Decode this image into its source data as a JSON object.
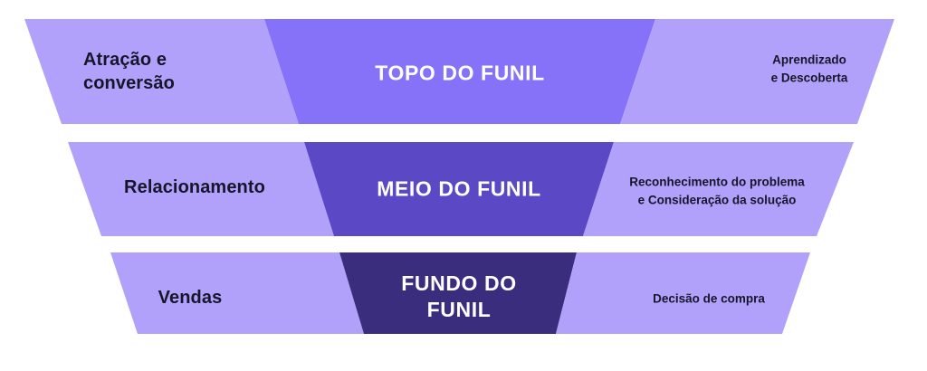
{
  "colors": {
    "bg": "#FFFFFF",
    "light-purple": "#B2A1FA",
    "top-purple": "#8572F8",
    "mid-purple": "#5A48C4",
    "bottom-purple": "#3A2D7D",
    "dark-text": "#16162B",
    "light-text": "#FFFFFF"
  },
  "funnel": {
    "rows": [
      {
        "stage": "topo",
        "left_label": "Atração e\nconversão",
        "center_label": "TOPO DO FUNIL",
        "right_label": "Aprendizado\ne Descoberta"
      },
      {
        "stage": "meio",
        "left_label": "Relacionamento",
        "center_label": "MEIO DO FUNIL",
        "right_label": "Reconhecimento do problema\ne Consideração da solução"
      },
      {
        "stage": "fundo",
        "left_label": "Vendas",
        "center_label": "FUNDO DO\nFUNIL",
        "right_label": "Decisão de compra"
      }
    ]
  }
}
